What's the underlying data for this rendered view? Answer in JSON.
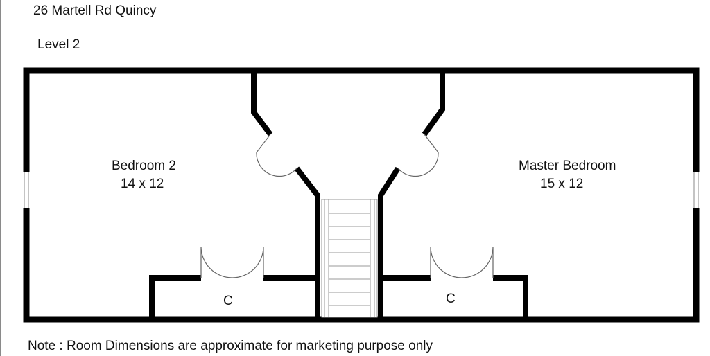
{
  "header": {
    "address": "26 Martell Rd Quincy",
    "level": "Level 2"
  },
  "rooms": {
    "bedroom2": {
      "name": "Bedroom 2",
      "dimensions": "14 x 12"
    },
    "master_bedroom": {
      "name": "Master Bedroom",
      "dimensions": "15 x 12"
    },
    "closet_left": {
      "label": "C"
    },
    "closet_right": {
      "label": "C"
    }
  },
  "footer": {
    "note": "Note : Room Dimensions are approximate for marketing purpose only"
  }
}
